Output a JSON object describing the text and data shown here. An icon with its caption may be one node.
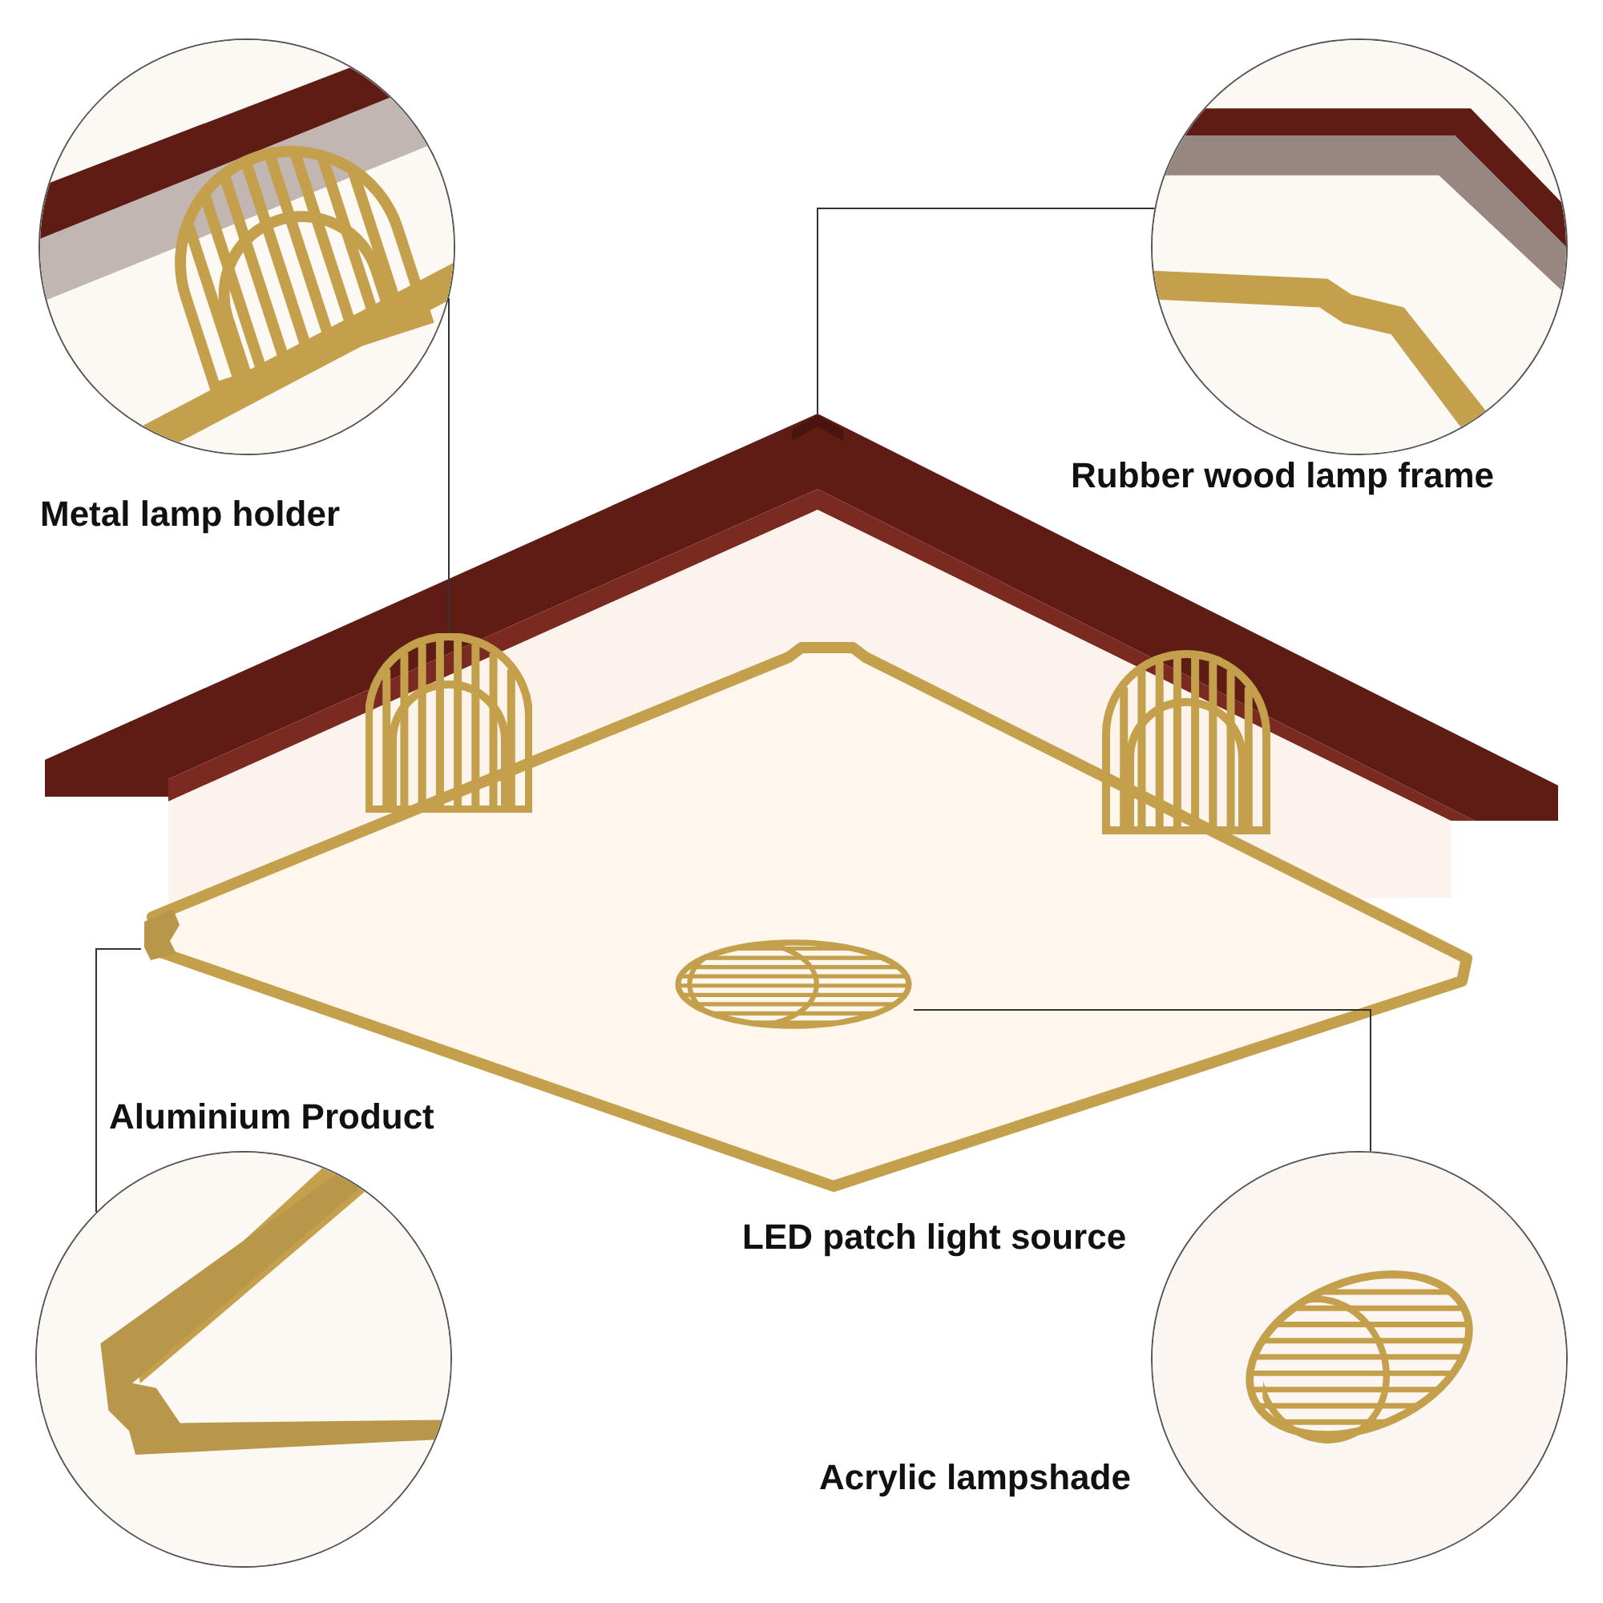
{
  "diagram": {
    "nodes": [
      {
        "text": [],
        "shape": "picture",
        "beside": [
          "Metal lamp holder"
        ]
      },
      {
        "text": [],
        "shape": "picture",
        "beside": [
          "Rubber wood lamp frame"
        ]
      },
      {
        "text": [],
        "shape": "picture",
        "beside": [
          "Aluminium Product"
        ]
      },
      {
        "text": [],
        "shape": "picture",
        "beside": [
          "Acrylic lampshade"
        ]
      },
      {
        "text": [],
        "shape": "picture"
      },
      {
        "text": [],
        "shape": "picture"
      },
      {
        "text": [],
        "shape": "picture"
      },
      {
        "text": [],
        "shape": "picture"
      }
    ],
    "edges": [
      {
        "from": 0,
        "to": 4,
        "arrow": "none"
      },
      {
        "from": 1,
        "to": 5,
        "arrow": "none"
      },
      {
        "from": 2,
        "to": 6,
        "arrow": "none"
      },
      {
        "from": 3,
        "to": 7,
        "arrow": "none"
      }
    ],
    "labels": [
      "LED patch light source"
    ]
  }
}
